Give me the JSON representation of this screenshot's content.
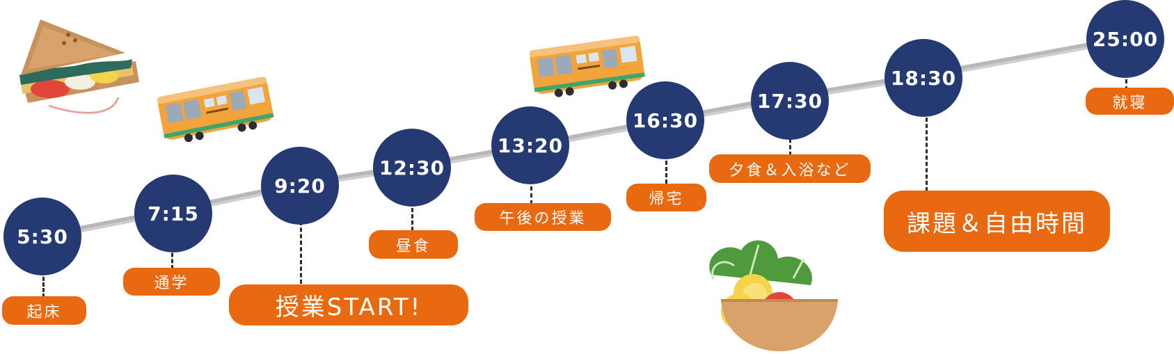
{
  "timeline": [
    {
      "time": "5:30",
      "activity": "起床"
    },
    {
      "time": "7:15",
      "activity": "通学"
    },
    {
      "time": "9:20",
      "activity": "授業START!"
    },
    {
      "time": "12:30",
      "activity": "昼食"
    },
    {
      "time": "13:20",
      "activity": "午後の授業"
    },
    {
      "time": "16:30",
      "activity": "帰宅"
    },
    {
      "time": "17:30",
      "activity": "夕食＆入浴など"
    },
    {
      "time": "18:30",
      "activity": "課題＆自由時間"
    },
    {
      "time": "25:00",
      "activity": "就寝"
    }
  ],
  "colors": {
    "node": "#253a72",
    "label": "#e8690f",
    "track": "#b8b8b8",
    "text": "#ffffff"
  },
  "illustrations": [
    "sandwich-illustration",
    "train-illustration",
    "train-illustration",
    "salad-bowl-illustration"
  ]
}
